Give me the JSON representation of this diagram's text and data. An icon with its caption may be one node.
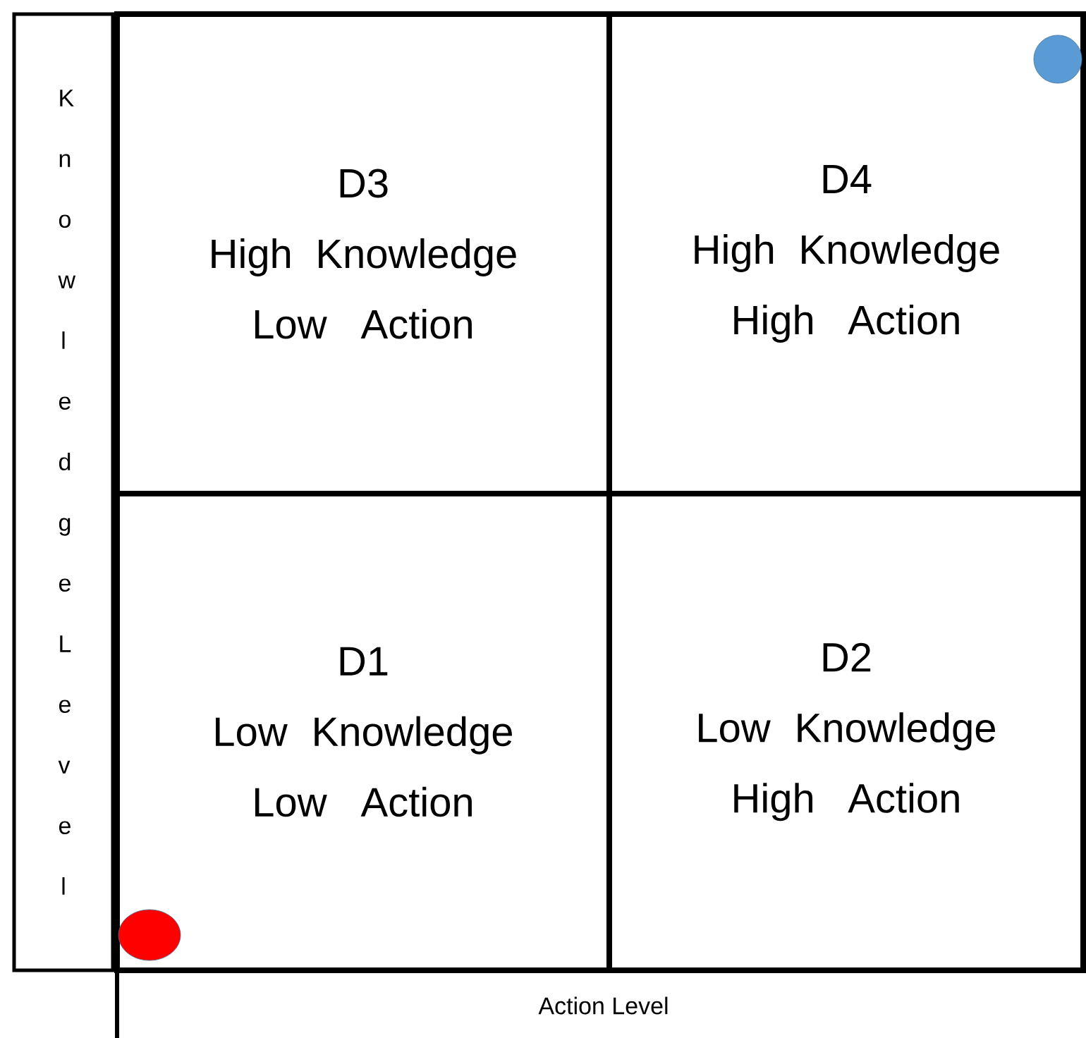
{
  "diagram": {
    "nodes": [
      {
        "text": [
          "Knowledge Level"
        ]
      },
      {
        "text": [
          "D3",
          "High Knowledge Low Action"
        ]
      },
      {
        "text": [
          "D4",
          "High Knowledge High Action"
        ]
      },
      {
        "text": [
          "D1",
          "Low Knowledge Low Action"
        ]
      },
      {
        "text": [
          "D2",
          "Low Knowledge High Action"
        ]
      }
    ],
    "edges": [],
    "labels": [
      "Action Level"
    ]
  }
}
